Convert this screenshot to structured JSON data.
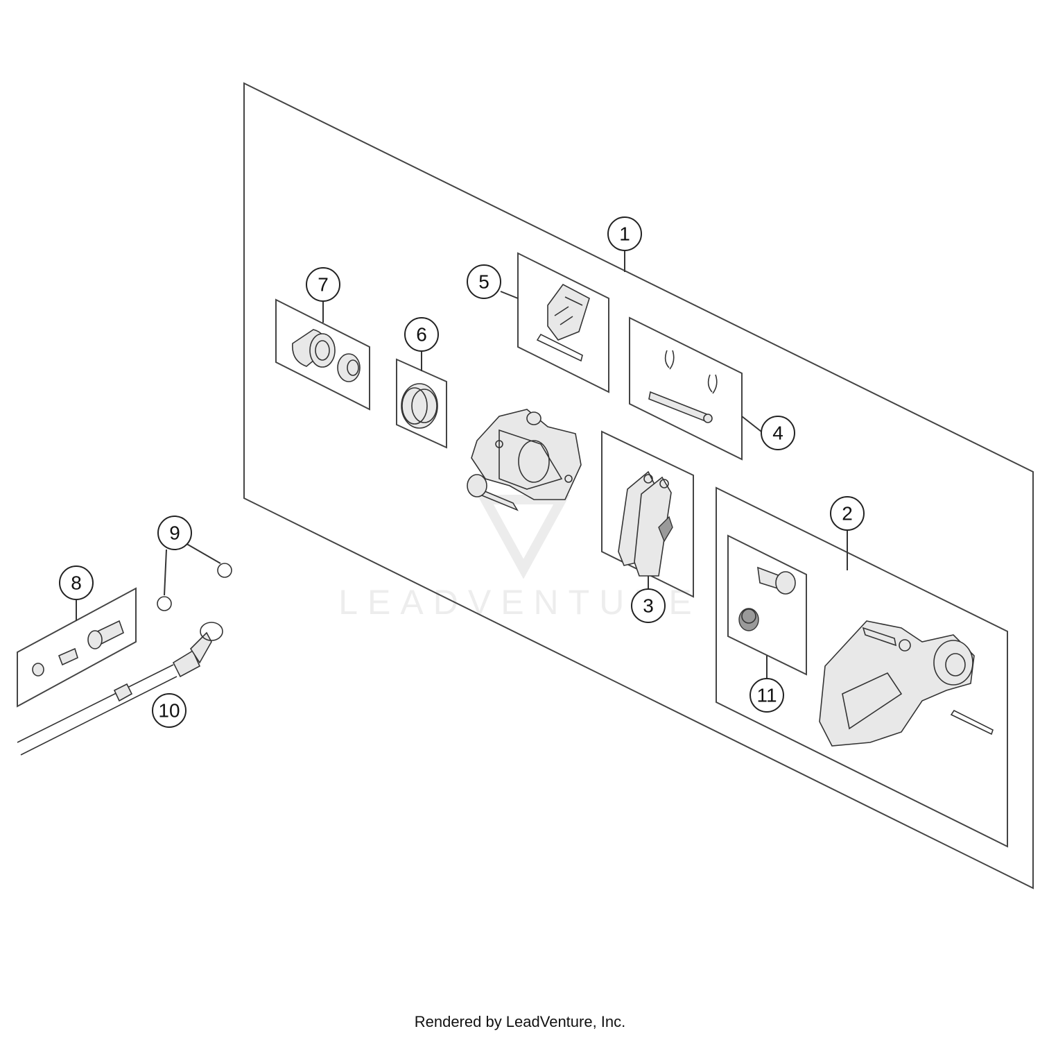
{
  "callouts": [
    {
      "id": "1",
      "label": "1"
    },
    {
      "id": "2",
      "label": "2"
    },
    {
      "id": "3",
      "label": "3"
    },
    {
      "id": "4",
      "label": "4"
    },
    {
      "id": "5",
      "label": "5"
    },
    {
      "id": "6",
      "label": "6"
    },
    {
      "id": "7",
      "label": "7"
    },
    {
      "id": "8",
      "label": "8"
    },
    {
      "id": "9",
      "label": "9"
    },
    {
      "id": "10",
      "label": "10"
    },
    {
      "id": "11",
      "label": "11"
    }
  ],
  "watermark": {
    "text": "LEADVENTURE"
  },
  "footer": {
    "text": "Rendered by LeadVenture, Inc."
  }
}
